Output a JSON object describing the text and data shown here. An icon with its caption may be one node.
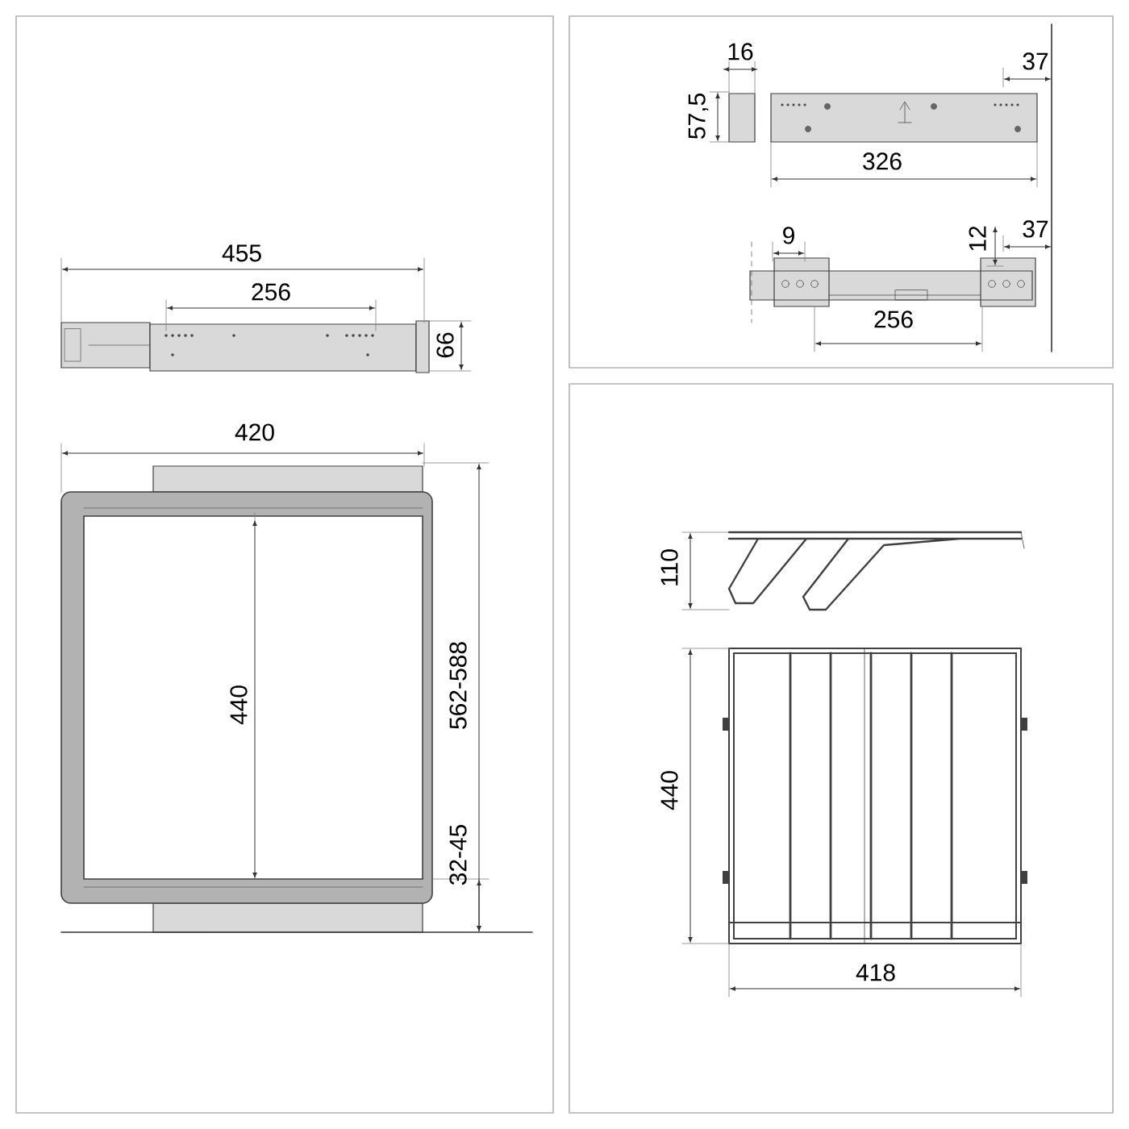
{
  "diagram": {
    "labels": [
      "455",
      "256",
      "66",
      "420",
      "440",
      "562-588",
      "32-45",
      "16",
      "57,5",
      "37",
      "326",
      "9",
      "12",
      "37",
      "256",
      "110",
      "440",
      "418"
    ]
  }
}
